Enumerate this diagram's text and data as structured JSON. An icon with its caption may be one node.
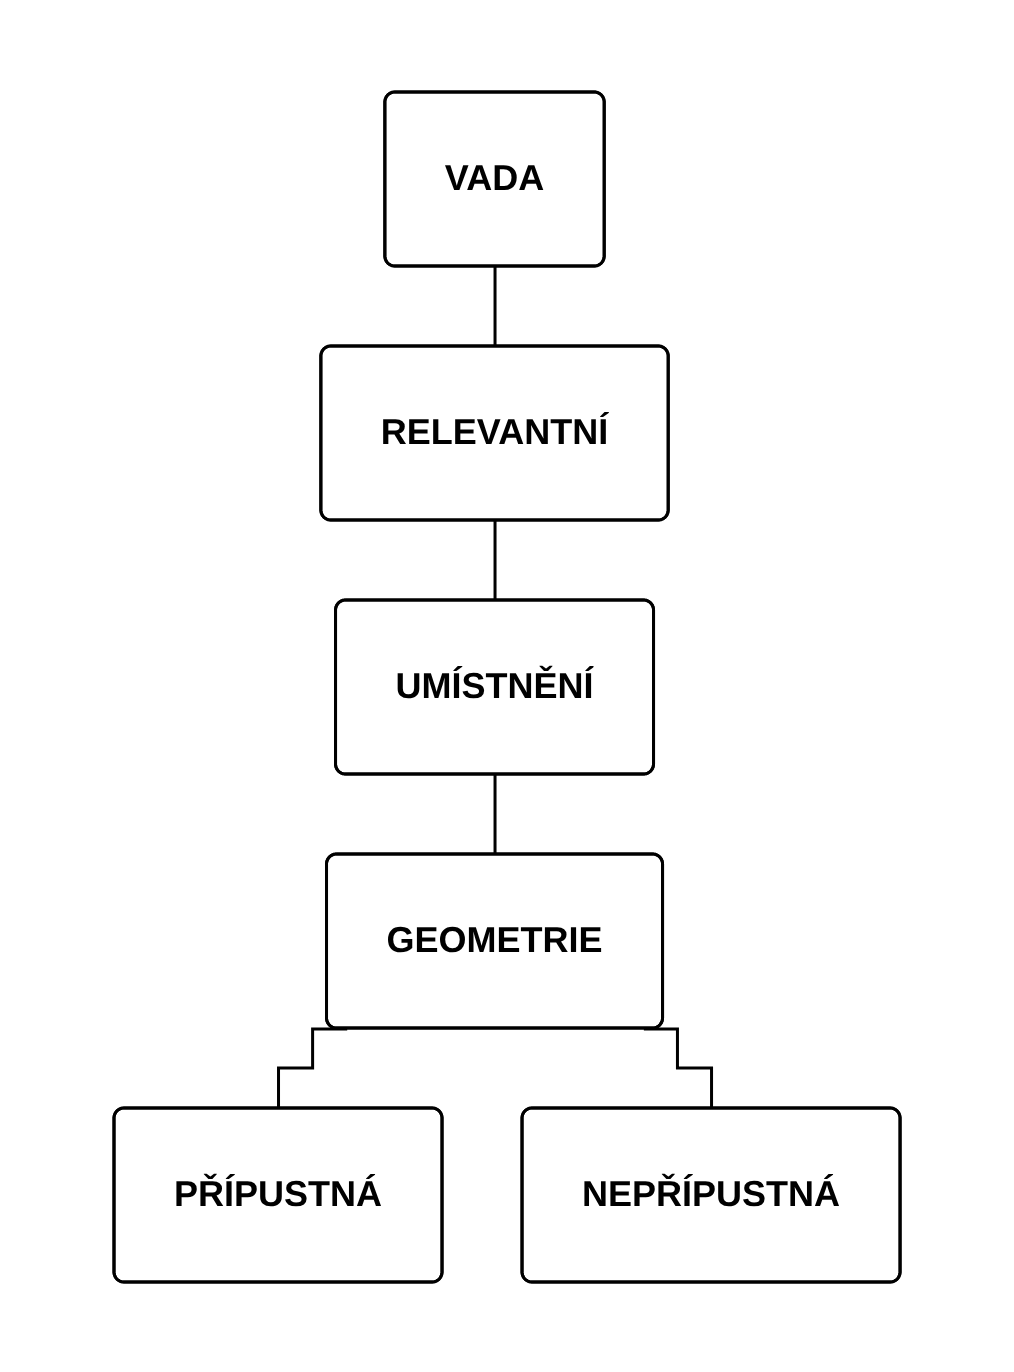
{
  "diagram": {
    "nodes": [
      {
        "text": [
          "VADA"
        ]
      },
      {
        "text": [
          "RELEVANTNÍ"
        ]
      },
      {
        "text": [
          "UMÍSTNĚNÍ"
        ]
      },
      {
        "text": [
          "GEOMETRIE"
        ]
      },
      {
        "text": [
          "PŘÍPUSTNÁ"
        ]
      },
      {
        "text": [
          "NEPŘÍPUSTNÁ"
        ]
      }
    ],
    "edges": [
      {
        "from": 0,
        "to": 1,
        "arrow": "none"
      },
      {
        "from": 1,
        "to": 2,
        "arrow": "none"
      },
      {
        "from": 2,
        "to": 3,
        "arrow": "none"
      },
      {
        "from": 3,
        "to": 4,
        "arrow": "none"
      },
      {
        "from": 3,
        "to": 5,
        "arrow": "none"
      }
    ]
  }
}
